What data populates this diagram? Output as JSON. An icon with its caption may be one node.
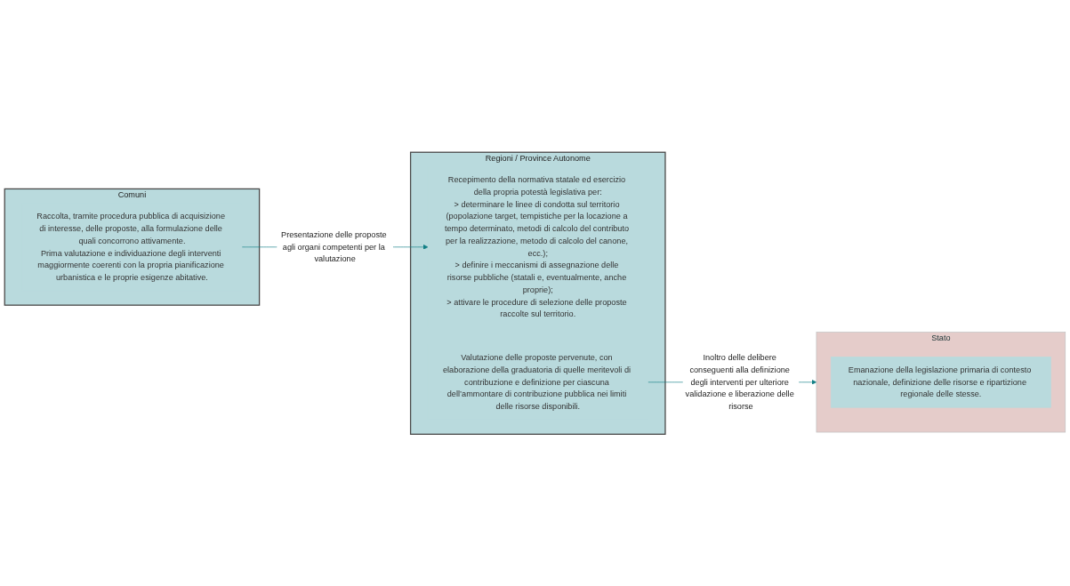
{
  "diagram": {
    "nodes": [
      {
        "text": [
          "Stato"
        ]
      },
      {
        "text": [
          "Emanazione della legislazione primaria di contesto nazionale, definizione delle risorse e ripartizione regionale delle stesse."
        ],
        "in": 0
      },
      {
        "text": [
          "Regioni / Province Autonome"
        ]
      },
      {
        "text": [
          "Recepimento della normativa statale ed esercizio della propria potestà legislativa per:",
          "> determinare le linee di condotta sul territorio (popolazione target, tempistiche per la locazione a tempo determinato, metodi di calcolo del contributo per la realizzazione, metodo di calcolo del canone, ecc.);",
          "> definire i meccanismi di assegnazione delle risorse pubbliche (statali e, eventualmente, anche proprie);",
          "> attivare le procedure di selezione delle proposte raccolte sul territorio."
        ],
        "in": 2
      },
      {
        "text": [
          "Valutazione delle proposte pervenute, con elaborazione della graduatoria di quelle meritevoli di contribuzione e definizione per ciascuna dell’ammontare di contribuzione pubblica nei limiti delle risorse disponibili."
        ],
        "in": 2
      },
      {
        "text": [
          "Comuni"
        ]
      },
      {
        "text": [
          "Raccolta, tramite procedura pubblica di acquisizione di interesse, delle proposte, alla formulazione delle quali concorrono attivamente.",
          "Prima valutazione e individuazione degli interventi maggiormente coerenti con la propria pianificazione urbanistica e le proprie esigenze abitative."
        ],
        "in": 5
      }
    ],
    "edges": [
      {
        "from": 6,
        "to": 3,
        "arrow": "to",
        "label": "Presentazione delle proposte agli organi competenti per la valutazione"
      },
      {
        "from": 4,
        "to": 0,
        "arrow": "to",
        "label": "Inoltro delle delibere conseguenti alla definizione degli interventi per ulteriore validazione e liberazione delle risorse"
      }
    ]
  }
}
